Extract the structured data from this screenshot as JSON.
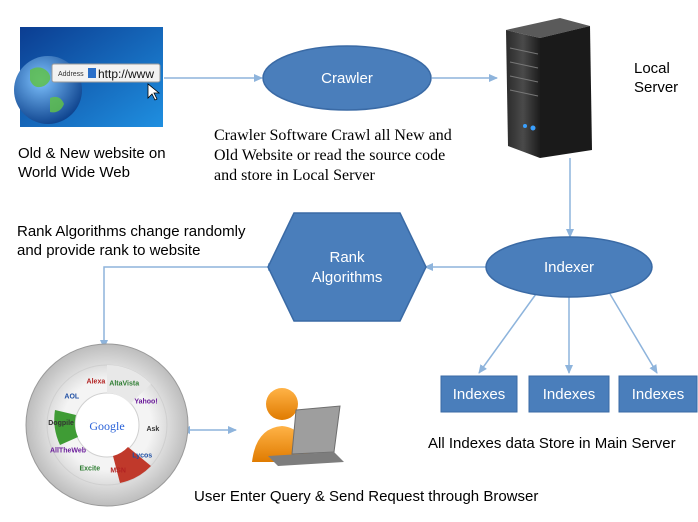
{
  "nodes": {
    "crawler": "Crawler",
    "rank_line1": "Rank",
    "rank_line2": "Algorithms",
    "indexer": "Indexer",
    "indexes": [
      "Indexes",
      "Indexes",
      "Indexes"
    ]
  },
  "labels": {
    "www_line1": "Old & New website on",
    "www_line2": "World Wide Web",
    "server_line1": "Local",
    "server_line2": "Server",
    "crawler_desc_line1": "Crawler Software Crawl all New and",
    "crawler_desc_line2": "Old Website or read the source code",
    "crawler_desc_line3": "and store in Local Server",
    "rank_desc_line1": "Rank Algorithms change randomly",
    "rank_desc_line2": "and provide rank to website",
    "indexes_desc": "All Indexes data Store in Main Server",
    "user_desc": "User Enter Query & Send Request through Browser"
  },
  "www_image": {
    "address_label": "Address",
    "url_text": "http://www"
  },
  "search_wheel": {
    "center_label": "Google",
    "engines": [
      "AOL",
      "Alexa",
      "AltaVista",
      "Yahoo!",
      "Ask",
      "Lycos",
      "MSN",
      "Excite",
      "AllTheWeb",
      "Dogpile"
    ]
  },
  "colors": {
    "node_fill": "#4a7ebb",
    "node_stroke": "#3a6aa5",
    "arrow": "#8eb4dc"
  }
}
